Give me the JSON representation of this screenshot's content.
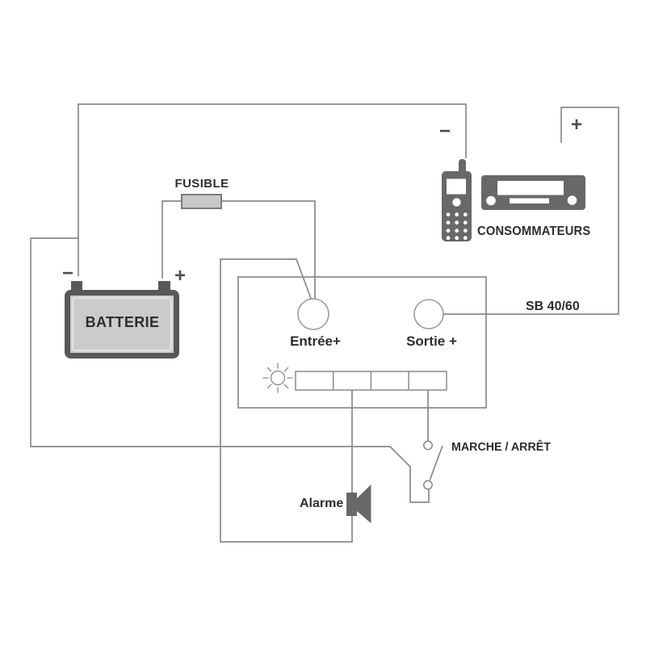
{
  "labels": {
    "fuse": "FUSIBLE",
    "battery": "BATTERIE",
    "consumers": "CONSOMMATEURS",
    "input_terminal": "Entrée+",
    "output_terminal": "Sortie +",
    "model": "SB 40/60",
    "power_switch": "MARCHE / ARRÊT",
    "alarm": "Alarme",
    "battery_minus": "−",
    "battery_plus": "+",
    "consumers_minus": "−",
    "consumers_plus": "+"
  },
  "icons": {
    "phone": "mobile-phone-icon",
    "car_radio": "car-radio-icon",
    "alarm_speaker": "speaker-icon",
    "led": "led-indicator-icon",
    "battery": "battery-icon",
    "fuse": "fuse-icon",
    "switch": "on-off-switch-icon"
  },
  "colors": {
    "background": "#ffffff",
    "wire": "#8a8a8a",
    "device_outline": "#8a8a8a",
    "terminal_circle": "#9c9c9c",
    "icon_gray": "#686868",
    "battery_border": "#585858",
    "battery_fill": "#cbcbcb",
    "battery_inner_highlight": "#e2e2e2",
    "fuse_fill": "#c9c9c9",
    "fuse_border": "#7b7b7b",
    "label_text": "#2d2d2d",
    "sign_text": "#4f4f4f"
  }
}
